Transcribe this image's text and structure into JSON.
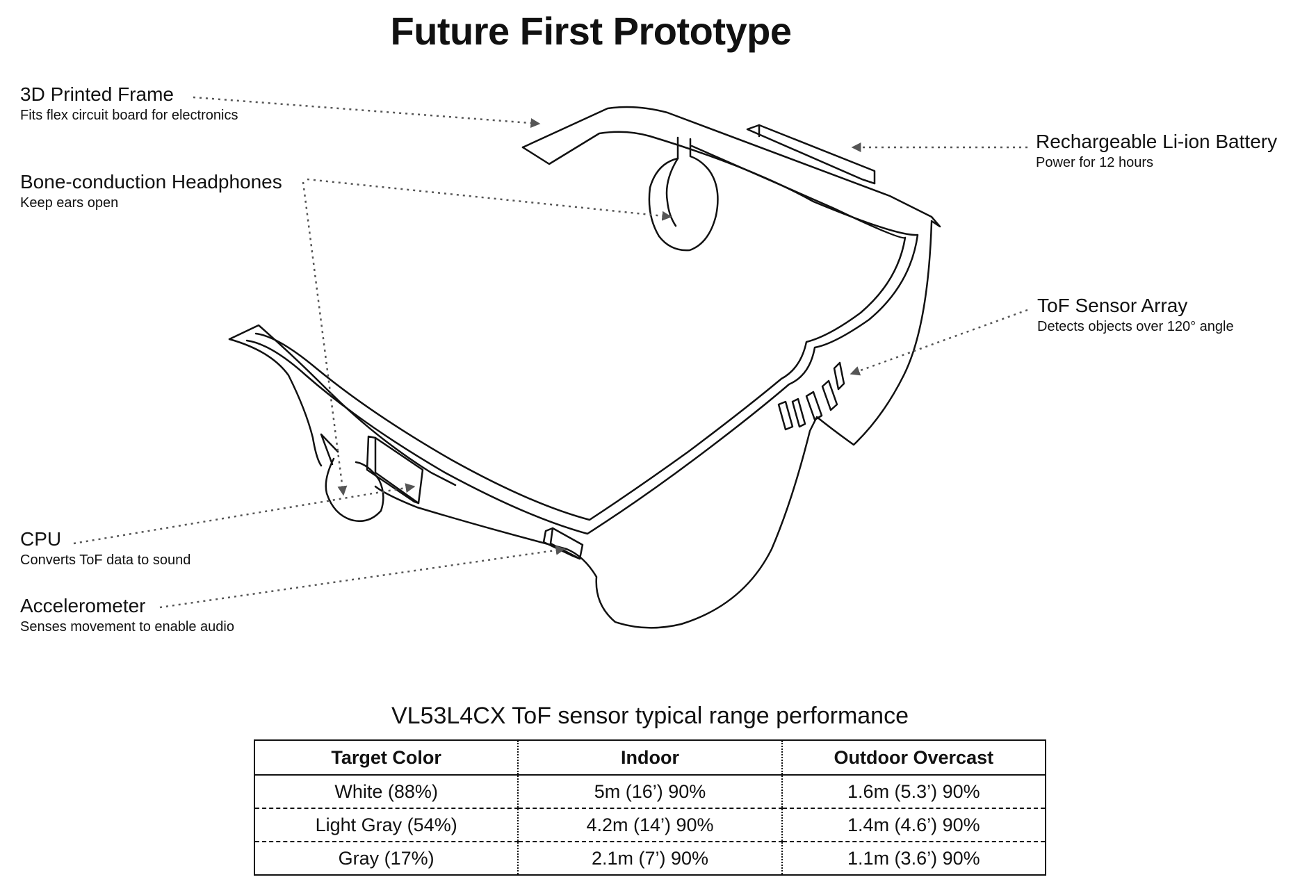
{
  "title": "Future First Prototype",
  "callouts": [
    {
      "main": "3D Printed Frame",
      "sub": "Fits flex circuit board for electronics"
    },
    {
      "main": "Bone-conduction Headphones",
      "sub": "Keep ears open"
    },
    {
      "main": "CPU",
      "sub": "Converts ToF data to sound"
    },
    {
      "main": "Accelerometer",
      "sub": "Senses movement to enable audio"
    },
    {
      "main": "Rechargeable Li-ion Battery",
      "sub": "Power for 12 hours"
    },
    {
      "main": "ToF Sensor Array",
      "sub": "Detects objects over 120° angle"
    }
  ],
  "table": {
    "title": "VL53L4CX ToF sensor typical range performance",
    "headers": [
      "Target Color",
      "Indoor",
      "Outdoor Overcast"
    ],
    "rows": [
      [
        "White (88%)",
        "5m (16’) 90%",
        "1.6m (5.3’) 90%"
      ],
      [
        "Light Gray (54%)",
        "4.2m (14’) 90%",
        "1.4m (4.6’) 90%"
      ],
      [
        "Gray (17%)",
        "2.1m (7’) 90%",
        "1.1m (3.6’) 90%"
      ]
    ]
  }
}
